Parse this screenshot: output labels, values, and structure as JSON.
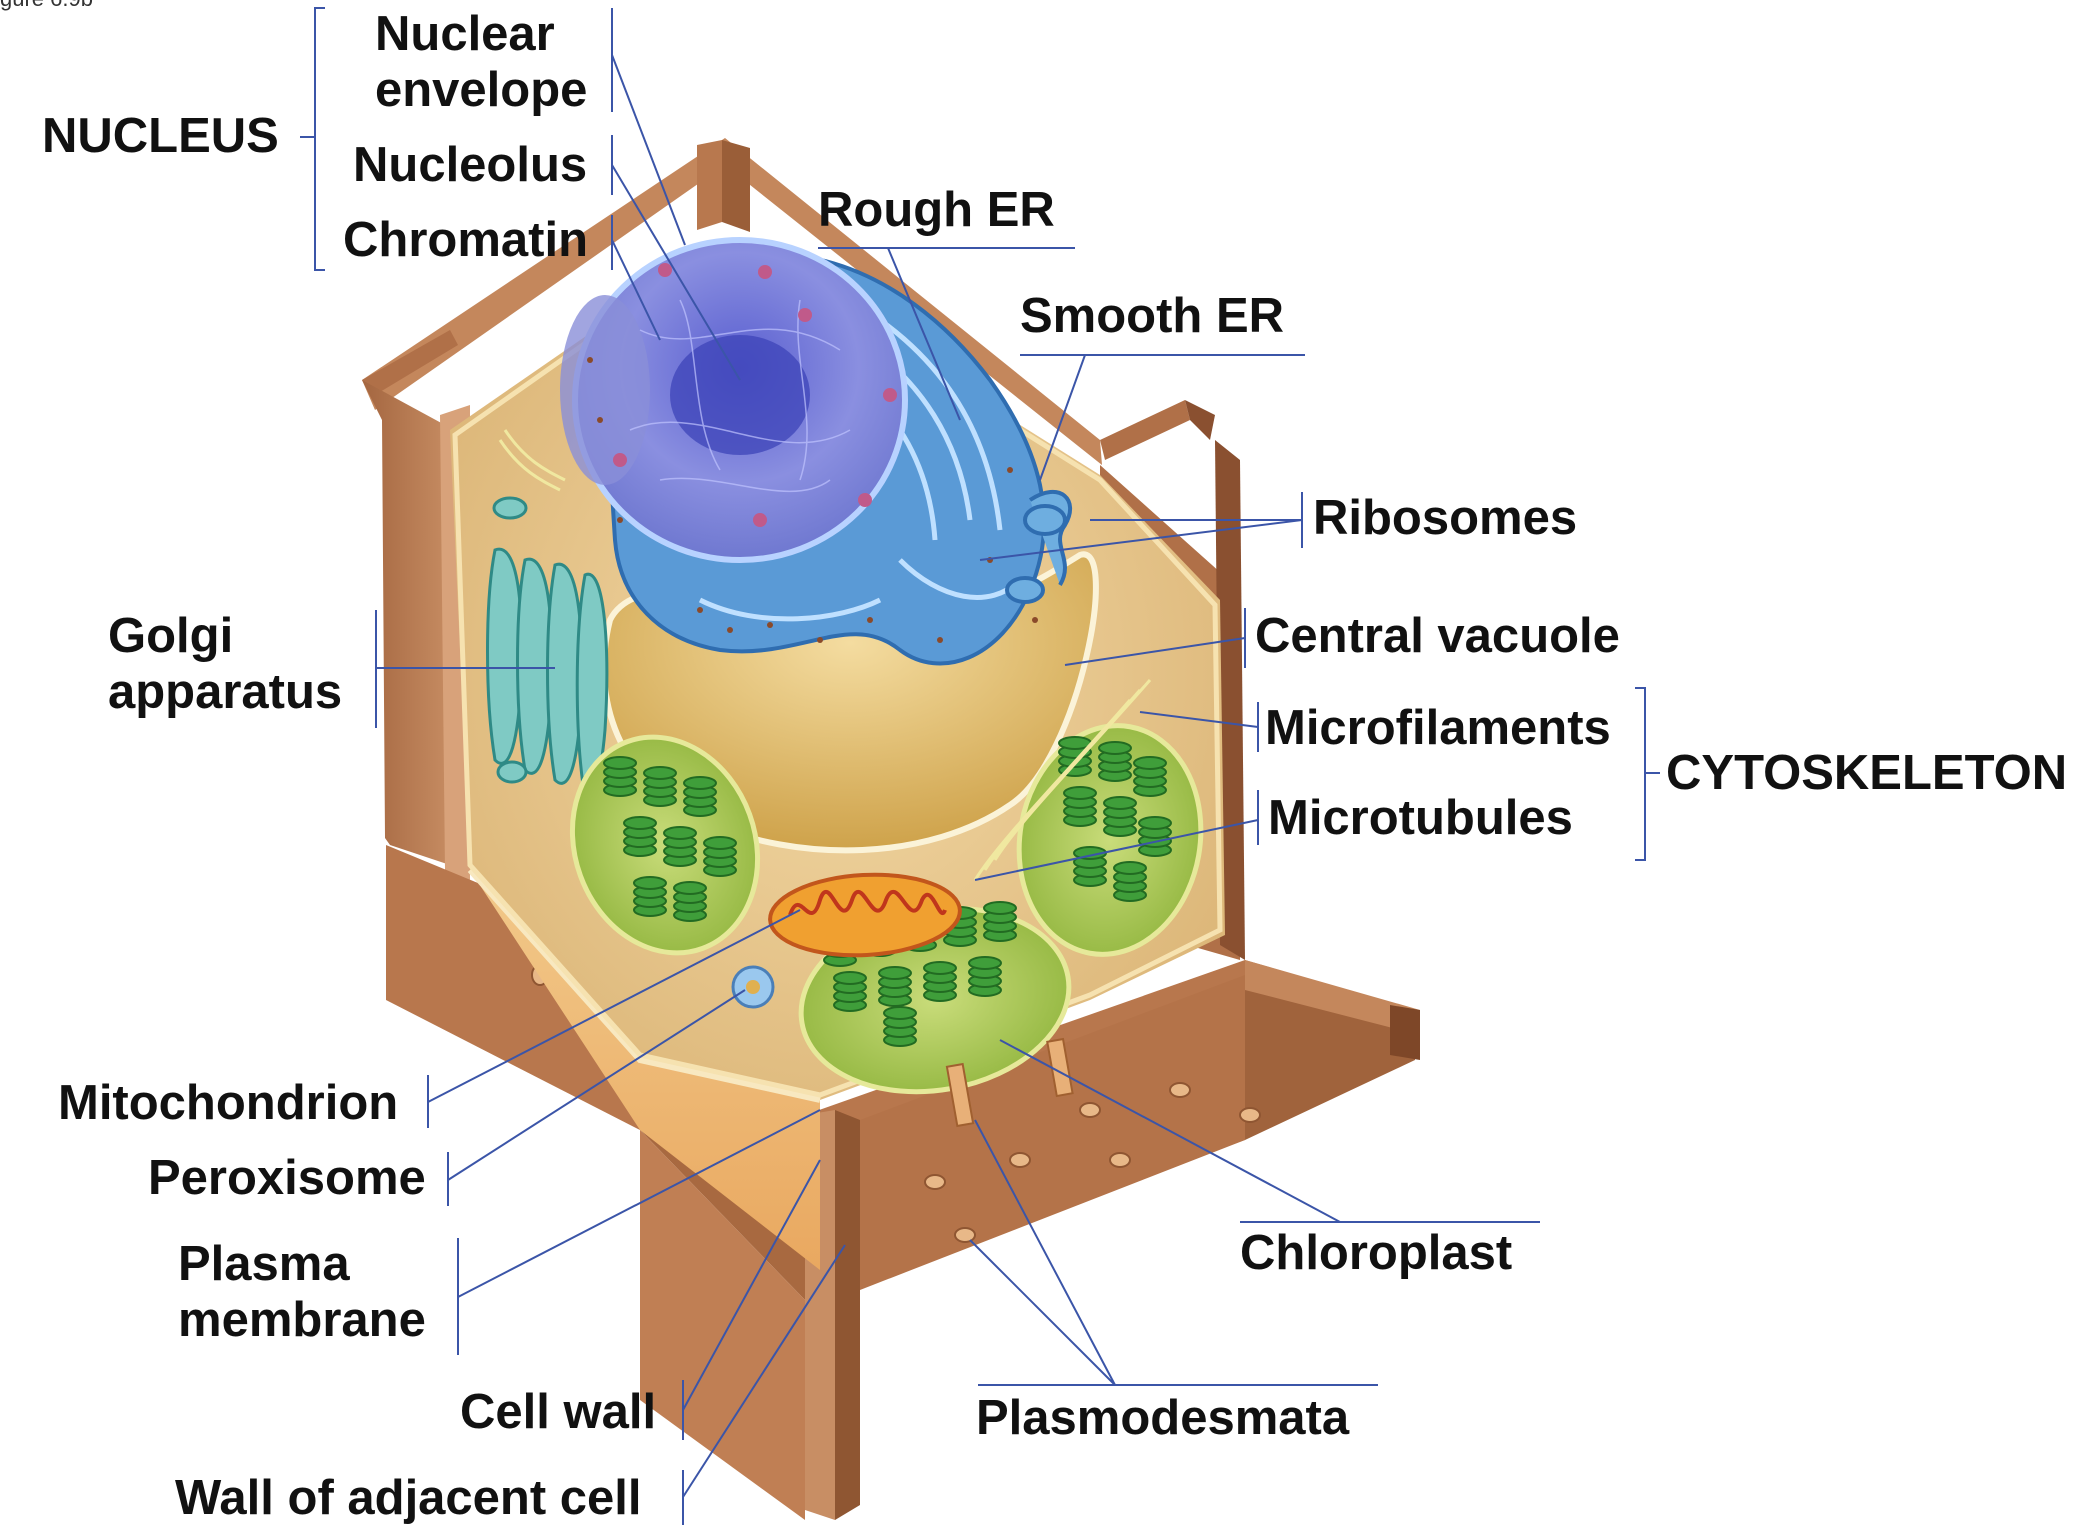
{
  "figure_corner": "gure 6.9b",
  "labels": {
    "nucleus": "NUCLEUS",
    "nuclear_envelope_1": "Nuclear",
    "nuclear_envelope_2": "envelope",
    "nucleolus": "Nucleolus",
    "chromatin": "Chromatin",
    "rough_er": "Rough ER",
    "smooth_er": "Smooth ER",
    "ribosomes": "Ribosomes",
    "golgi_1": "Golgi",
    "golgi_2": "apparatus",
    "central_vacuole": "Central vacuole",
    "microfilaments": "Microfilaments",
    "microtubules": "Microtubules",
    "cytoskeleton": "CYTOSKELETON",
    "mitochondrion": "Mitochondrion",
    "peroxisome": "Peroxisome",
    "plasma_membrane_1": "Plasma",
    "plasma_membrane_2": "membrane",
    "chloroplast": "Chloroplast",
    "cell_wall": "Cell wall",
    "plasmodesmata": "Plasmodesmata",
    "wall_adjacent": "Wall of adjacent cell"
  },
  "colors": {
    "wall": "#b87a52",
    "wall_dark": "#8f5632",
    "wall_light": "#d9a47c",
    "cytoplasm": "#e9c98f",
    "nucleus": "#7a7fd6",
    "er": "#4a8fd0",
    "vacuole": "#d9b35a",
    "chloroplast": "#9cc24a",
    "thylakoid": "#3f9e3a",
    "golgi": "#5fb3b0",
    "mitochondrion": "#e8862e",
    "leader": "#3b55a8"
  }
}
